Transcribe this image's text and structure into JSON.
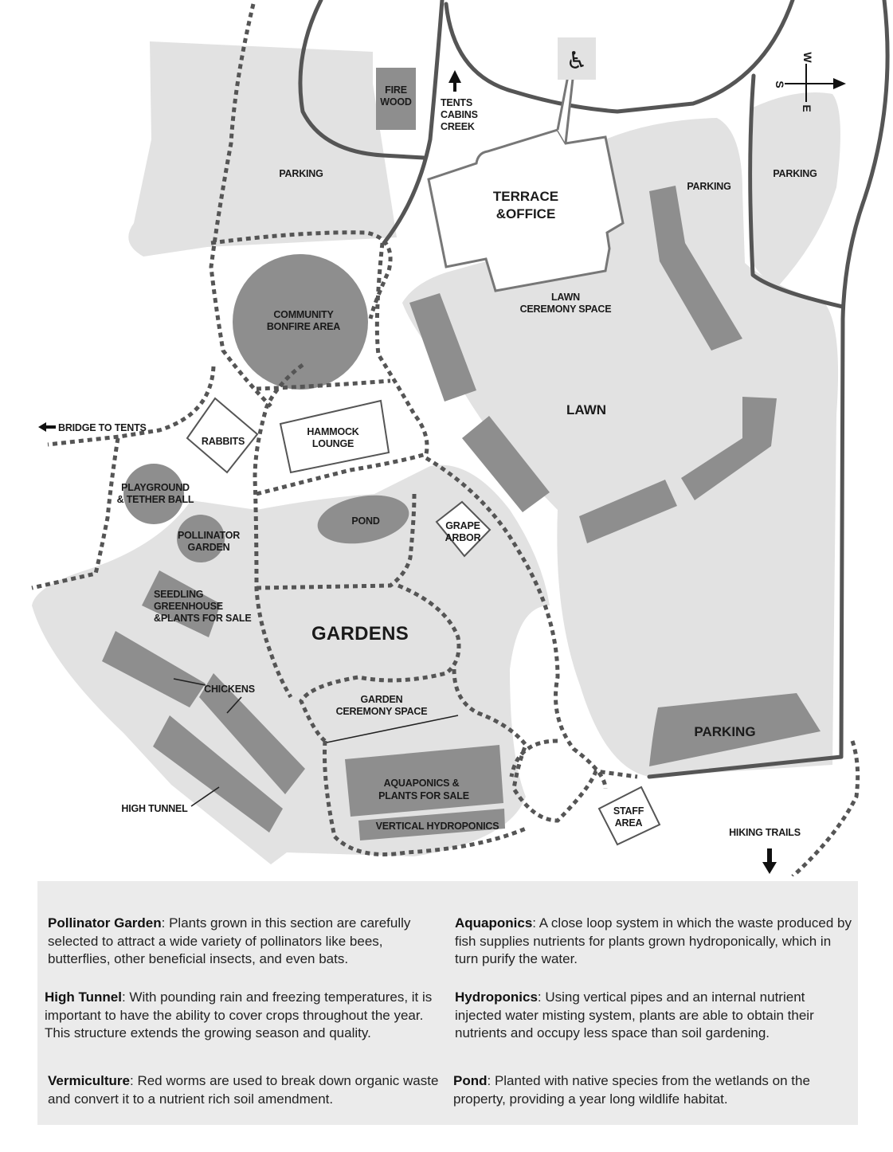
{
  "map": {
    "labels": {
      "parking_nw": "PARKING",
      "firewood_1": "FIRE",
      "firewood_2": "WOOD",
      "tents_1": "TENTS",
      "tents_2": "CABINS",
      "tents_3": "CREEK",
      "terrace_1": "TERRACE",
      "terrace_2": "&OFFICE",
      "parking_ne": "PARKING",
      "parking_e": "PARKING",
      "lawn_ceremony_1": "LAWN",
      "lawn_ceremony_2": "CEREMONY SPACE",
      "bonfire_1": "COMMUNITY",
      "bonfire_2": "BONFIRE AREA",
      "lawn": "LAWN",
      "bridge": "BRIDGE TO TENTS",
      "rabbits": "RABBITS",
      "hammock_1": "HAMMOCK",
      "hammock_2": "LOUNGE",
      "playground_1": "PLAYGROUND",
      "playground_2": "& TETHER BALL",
      "pollinator_1": "POLLINATOR",
      "pollinator_2": "GARDEN",
      "pond": "POND",
      "grape_1": "GRAPE",
      "grape_2": "ARBOR",
      "seedling_1": "SEEDLING",
      "seedling_2": "GREENHOUSE",
      "seedling_3": "&PLANTS FOR SALE",
      "gardens": "GARDENS",
      "chickens": "CHICKENS",
      "garden_ceremony_1": "GARDEN",
      "garden_ceremony_2": "CEREMONY SPACE",
      "parking_se": "PARKING",
      "aquaponics_1": "AQUAPONICS &",
      "aquaponics_2": "PLANTS FOR SALE",
      "high_tunnel": "HIGH TUNNEL",
      "staff_1": "STAFF",
      "staff_2": "AREA",
      "vertical_hydro": "VERTICAL HYDROPONICS",
      "hiking": "HIKING TRAILS"
    },
    "compass": {
      "west": "W",
      "south": "S",
      "east": "E"
    },
    "icons": [
      "wheelchair-accessible-icon",
      "north-arrow-icon",
      "compass-icon",
      "left-arrow-icon",
      "down-arrow-icon"
    ]
  },
  "legend": {
    "pollinator": {
      "term": "Pollinator Garden",
      "text": ": Plants grown in this section are carefully selected to attract a wide variety of pollinators like bees, butterflies, other beneficial insects, and even bats."
    },
    "aquaponics": {
      "term": "Aquaponics",
      "text": ": A close loop system in which the waste produced by fish supplies nutrients for plants grown hydroponically, which in turn purify the water."
    },
    "high_tunnel": {
      "term": "High Tunnel",
      "text": ": With pounding rain and freezing temperatures, it is important to have the ability to cover crops throughout the year. This structure extends the growing season and quality."
    },
    "hydroponics": {
      "term": "Hydroponics",
      "text": ": Using vertical pipes and an internal nutrient injected water misting system, plants are able to obtain their nutrients and occupy less space than soil gardening."
    },
    "vermiculture": {
      "term": "Vermiculture",
      "text": ": Red worms are used to break down organic waste and convert it to a nutrient rich soil amendment."
    },
    "pond": {
      "term": "Pond",
      "text": ": Planted with native species from the wetlands on the property, providing a year long wildlife habitat."
    }
  }
}
